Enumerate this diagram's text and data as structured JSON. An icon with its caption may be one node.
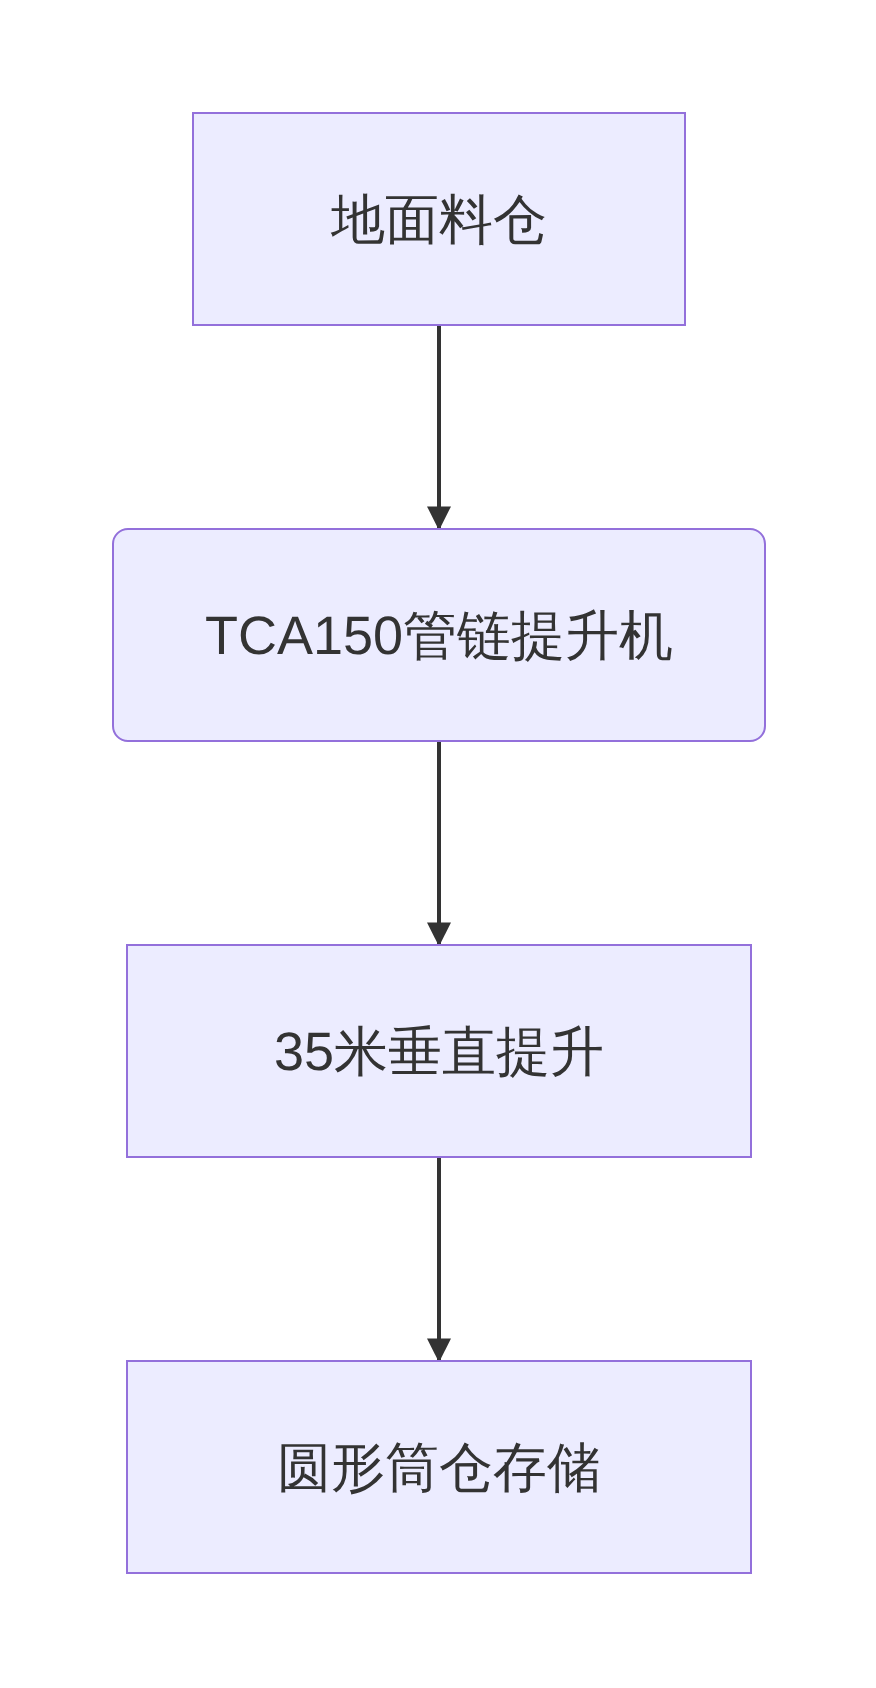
{
  "diagram": {
    "nodes": [
      {
        "text": [
          "地面料仓"
        ]
      },
      {
        "text": [
          "TCA150管链提升机"
        ]
      },
      {
        "text": [
          "35米垂直提升"
        ]
      },
      {
        "text": [
          "圆形筒仓存储"
        ]
      }
    ],
    "edges": [
      {
        "from": 0,
        "to": 1,
        "arrow": "to"
      },
      {
        "from": 1,
        "to": 2,
        "arrow": "to"
      },
      {
        "from": 2,
        "to": 3,
        "arrow": "to"
      }
    ]
  }
}
